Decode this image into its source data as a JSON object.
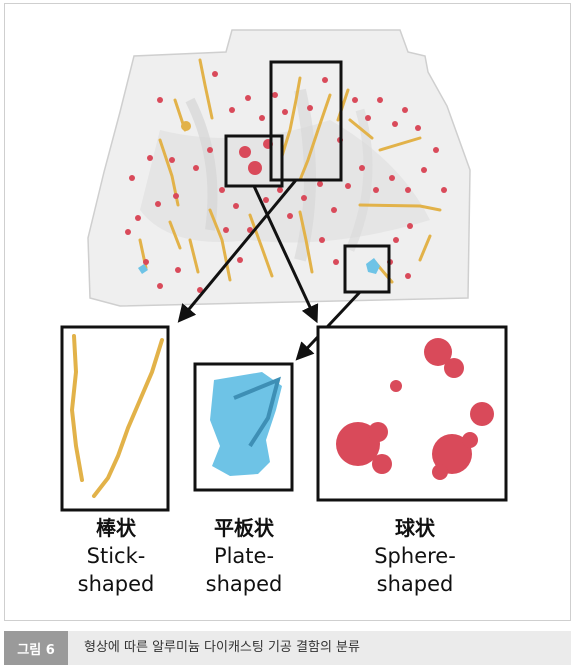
{
  "figure": {
    "tag": "그림 6",
    "caption": "형상에 따른 알루미늄 다이캐스팅 기공 결함의 분류"
  },
  "panels": [
    {
      "cjk": "棒状",
      "en1": "Stick-",
      "en2": "shaped"
    },
    {
      "cjk": "平板状",
      "en1": "Plate-",
      "en2": "shaped"
    },
    {
      "cjk": "球状",
      "en1": "Sphere-",
      "en2": "shaped"
    }
  ],
  "colors": {
    "stick": "#e2b249",
    "plate": "#6ec3e6",
    "sphere": "#d94a5a",
    "casting": "#ececec"
  }
}
